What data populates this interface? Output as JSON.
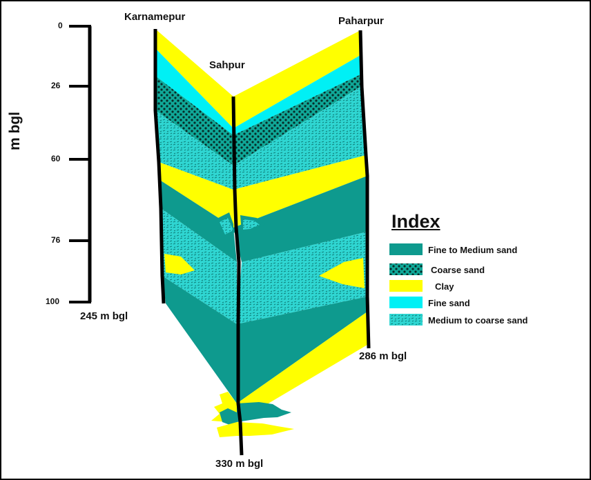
{
  "diagram": {
    "wells": [
      "Karnamepur",
      "Sahpur",
      "Paharpur"
    ],
    "y_axis": {
      "label": "m bgl",
      "ticks": [
        "0",
        "26",
        "60",
        "76",
        "100"
      ]
    },
    "depth_labels": [
      "245 m bgl",
      "330 m bgl",
      "286 m bgl"
    ],
    "index": {
      "title": "Index",
      "items": [
        {
          "label": "Fine to Medium sand",
          "color": "#0e9a8e",
          "pattern": "solid"
        },
        {
          "label": "Coarse sand",
          "color": "#0e6e60",
          "pattern": "dots"
        },
        {
          "label": "Clay",
          "color": "#ffff00",
          "pattern": "solid"
        },
        {
          "label": "Fine sand",
          "color": "#00f0f5",
          "pattern": "solid"
        },
        {
          "label": "Medium to coarse sand",
          "color": "#2ad4d0",
          "pattern": "dashes"
        }
      ]
    }
  }
}
